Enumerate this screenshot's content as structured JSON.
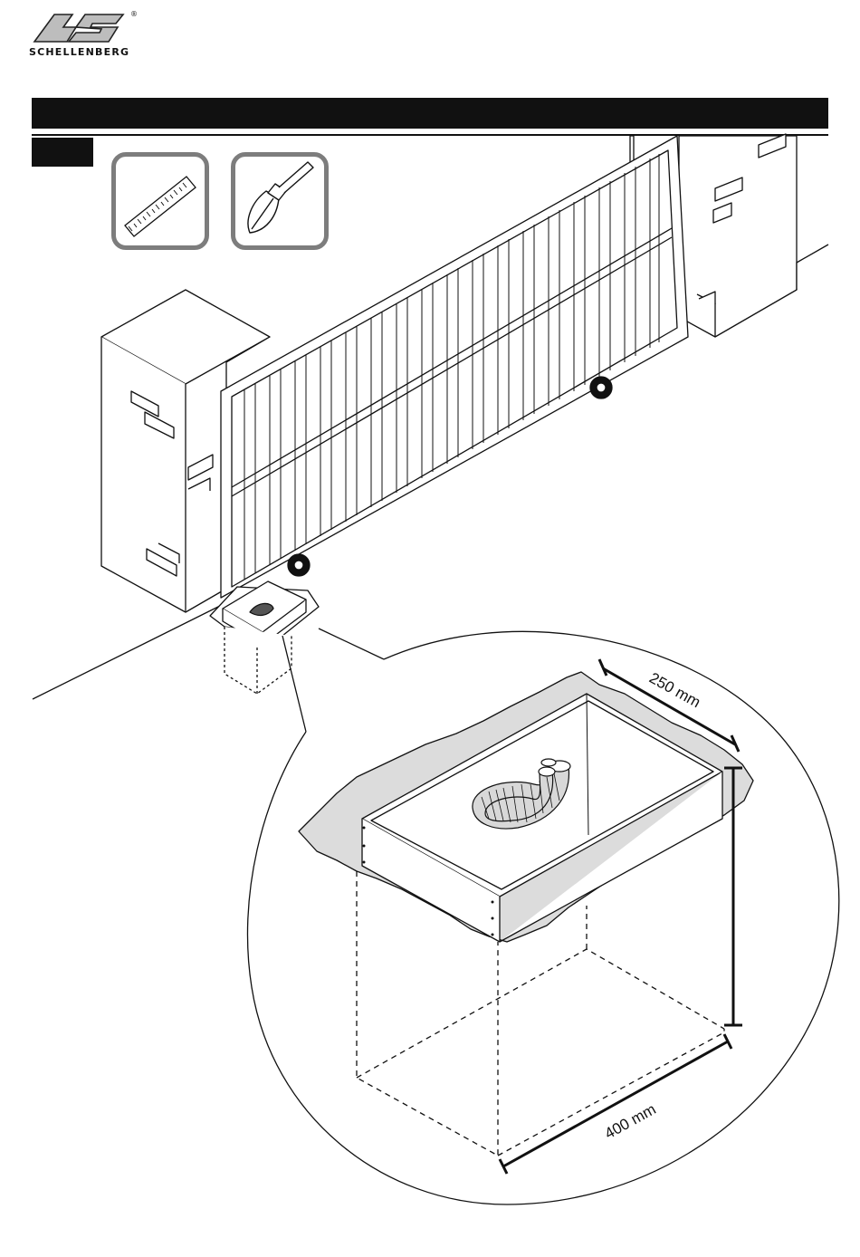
{
  "brand": {
    "name": "SCHELLENBERG",
    "registered_mark": "®"
  },
  "tools": [
    {
      "icon": "ruler-icon"
    },
    {
      "icon": "shovel-icon"
    }
  ],
  "dimensions": {
    "width_label": "250 mm",
    "length_label": "400 mm"
  },
  "colors": {
    "header": "#111111",
    "tool_border": "#7d7d7d"
  }
}
